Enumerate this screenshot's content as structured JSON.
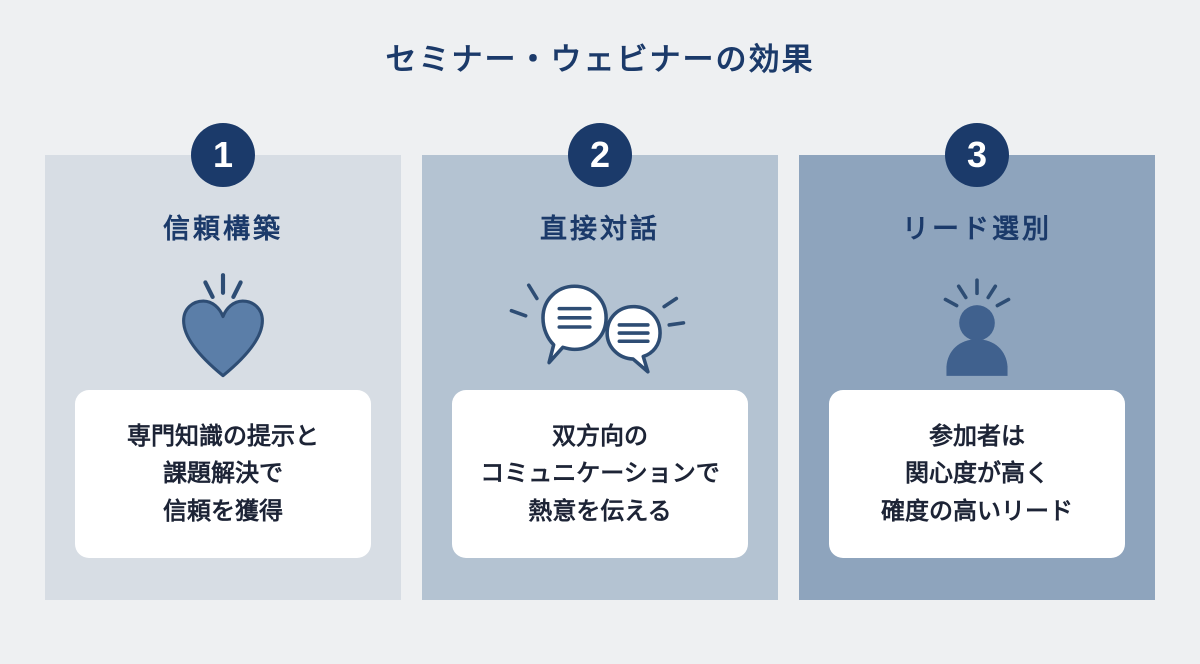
{
  "title": "セミナー・ウェビナーの効果",
  "colors": {
    "bg": "#eef0f2",
    "navy": "#1b3a6a",
    "ink": "#1d2436",
    "card1": "#d7dde4",
    "card2": "#b4c3d2",
    "card3": "#8ea4bd",
    "icon-fill": "#5b7ea8",
    "icon-stroke": "#2e4d74",
    "person-fill": "#40618e"
  },
  "cards": [
    {
      "number": "1",
      "title": "信頼構築",
      "icon": "heart-icon",
      "lines": [
        "専門知識の提示と",
        "課題解決で",
        "信頼を獲得"
      ]
    },
    {
      "number": "2",
      "title": "直接対話",
      "icon": "speech-bubbles-icon",
      "lines": [
        "双方向の",
        "コミュニケーションで",
        "熱意を伝える"
      ]
    },
    {
      "number": "3",
      "title": "リード選別",
      "icon": "person-icon",
      "lines": [
        "参加者は",
        "関心度が高く",
        "確度の高いリード"
      ]
    }
  ]
}
